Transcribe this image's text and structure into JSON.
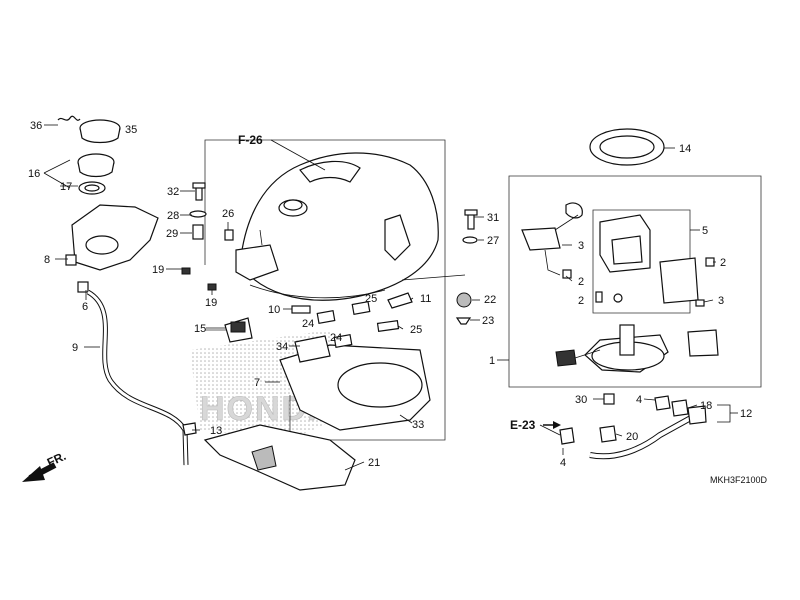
{
  "refs": {
    "f26": "F-26",
    "e23": "E-23",
    "fr": "FR."
  },
  "diagram_code": "MKH3F2100D",
  "watermark": "HONDA",
  "labels": {
    "l1": "1",
    "l2a": "2",
    "l2b": "2",
    "l2c": "2",
    "l3a": "3",
    "l3b": "3",
    "l4a": "4",
    "l4b": "4",
    "l5": "5",
    "l6": "6",
    "l7": "7",
    "l8": "8",
    "l9": "9",
    "l10": "10",
    "l11": "11",
    "l12": "12",
    "l13": "13",
    "l14": "14",
    "l15": "15",
    "l16": "16",
    "l17": "17",
    "l18": "18",
    "l19a": "19",
    "l19b": "19",
    "l20": "20",
    "l21": "21",
    "l22": "22",
    "l23": "23",
    "l24a": "24",
    "l24b": "24",
    "l25a": "25",
    "l25b": "25",
    "l26": "26",
    "l27": "27",
    "l28": "28",
    "l29": "29",
    "l30": "30",
    "l31": "31",
    "l32": "32",
    "l33": "33",
    "l34": "34",
    "l35": "35",
    "l36": "36"
  }
}
